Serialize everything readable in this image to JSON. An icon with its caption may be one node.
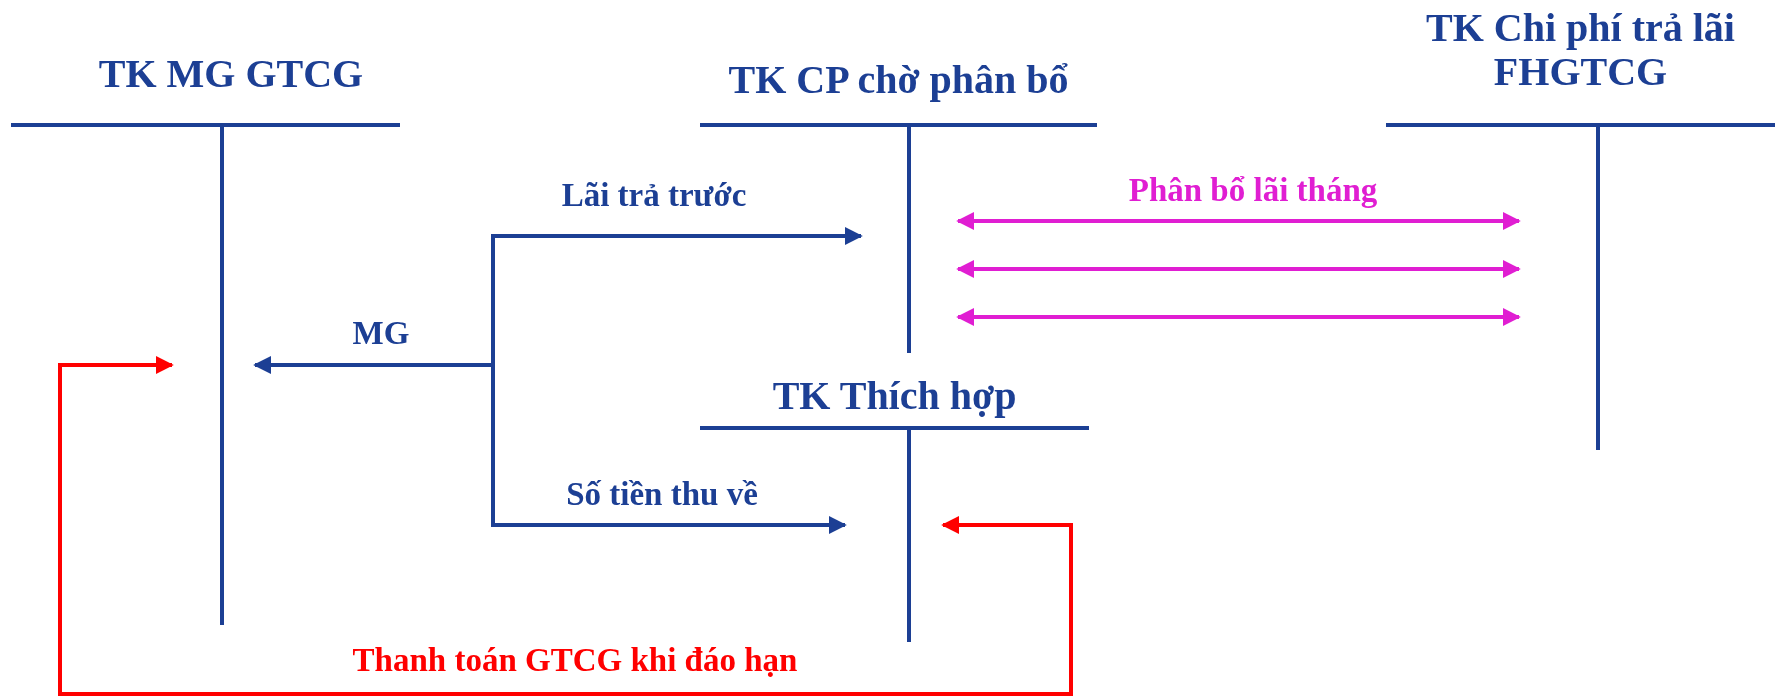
{
  "diagram": {
    "nodes": [
      {
        "text": [
          "TK MG GTCG"
        ]
      },
      {
        "text": [
          "TK CP chờ phân bổ"
        ]
      },
      {
        "text": [
          "TK Chi phí trả lãi FHGTCG"
        ]
      },
      {
        "text": [
          "TK Thích hợp"
        ]
      }
    ],
    "edges": [
      {
        "from": null,
        "to": 1,
        "arrow": "to",
        "label": "Lãi trả trước"
      },
      {
        "from": null,
        "to": 0,
        "arrow": "to",
        "label": "MG"
      },
      {
        "from": null,
        "to": 3,
        "arrow": "to",
        "label": "Số tiền thu về"
      },
      {
        "from": 1,
        "to": 2,
        "arrow": "both",
        "label": "Phân bổ lãi tháng",
        "color": "#e01ed2"
      },
      {
        "from": 1,
        "to": 2,
        "arrow": "both",
        "color": "#e01ed2"
      },
      {
        "from": 1,
        "to": 2,
        "arrow": "both",
        "color": "#e01ed2"
      },
      {
        "from": 3,
        "to": 0,
        "arrow": "both",
        "label": "Thanh toán GTCG khi đáo hạn",
        "color": "#ff0000"
      }
    ]
  }
}
